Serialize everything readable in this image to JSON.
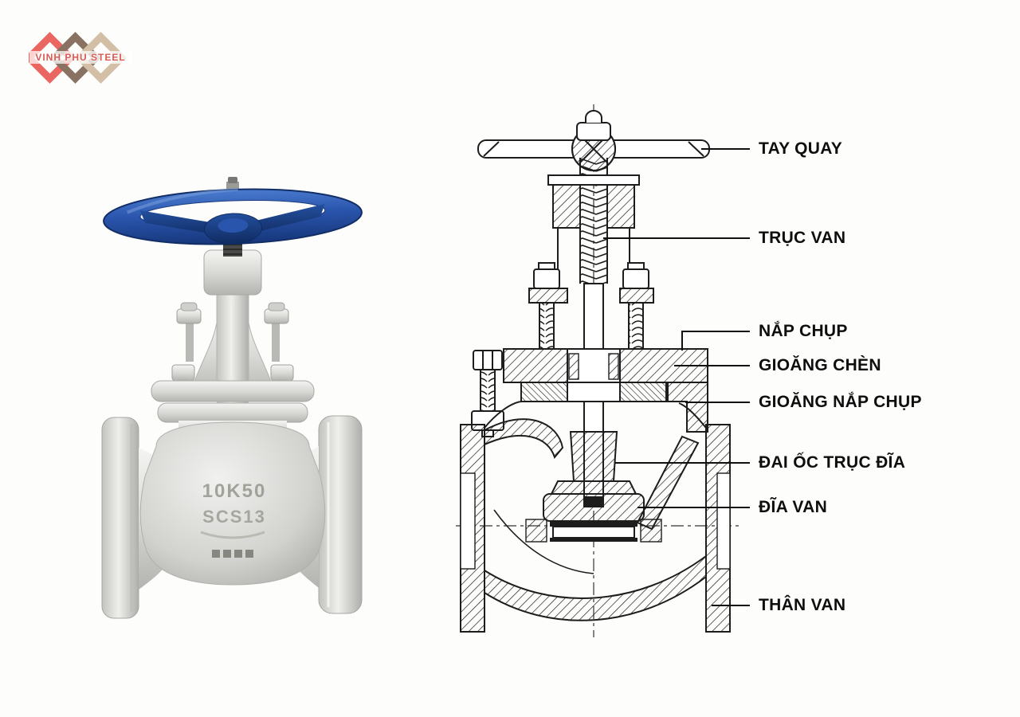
{
  "page": {
    "background": "#fdfdfc"
  },
  "logo": {
    "text": "VINH PHU STEEL",
    "text_color": "#d85a55",
    "diamond_colors": [
      "#e96760",
      "#8a7263",
      "#d2bfa6"
    ]
  },
  "photo": {
    "description": "stainless steel globe valve with blue handwheel",
    "handwheel_color": "#2a55ad",
    "body_markings": [
      "10K50",
      "SCS13"
    ]
  },
  "diagram": {
    "type": "cross-section technical drawing of a globe valve",
    "line_color": "#1d1d1d",
    "labels": [
      {
        "id": "tay-quay",
        "text": "TAY QUAY"
      },
      {
        "id": "truc-van",
        "text": "TRỤC VAN"
      },
      {
        "id": "nap-chup",
        "text": "NẮP CHỤP"
      },
      {
        "id": "gioang-chen",
        "text": "GIOĂNG CHÈN"
      },
      {
        "id": "gioang-nap-chup",
        "text": "GIOĂNG NẮP CHỤP"
      },
      {
        "id": "dai-oc-truc-dia",
        "text": "ĐAI ỐC TRỤC ĐĨA"
      },
      {
        "id": "dia-van",
        "text": "ĐĨA VAN"
      },
      {
        "id": "than-van",
        "text": "THÂN VAN"
      }
    ]
  }
}
